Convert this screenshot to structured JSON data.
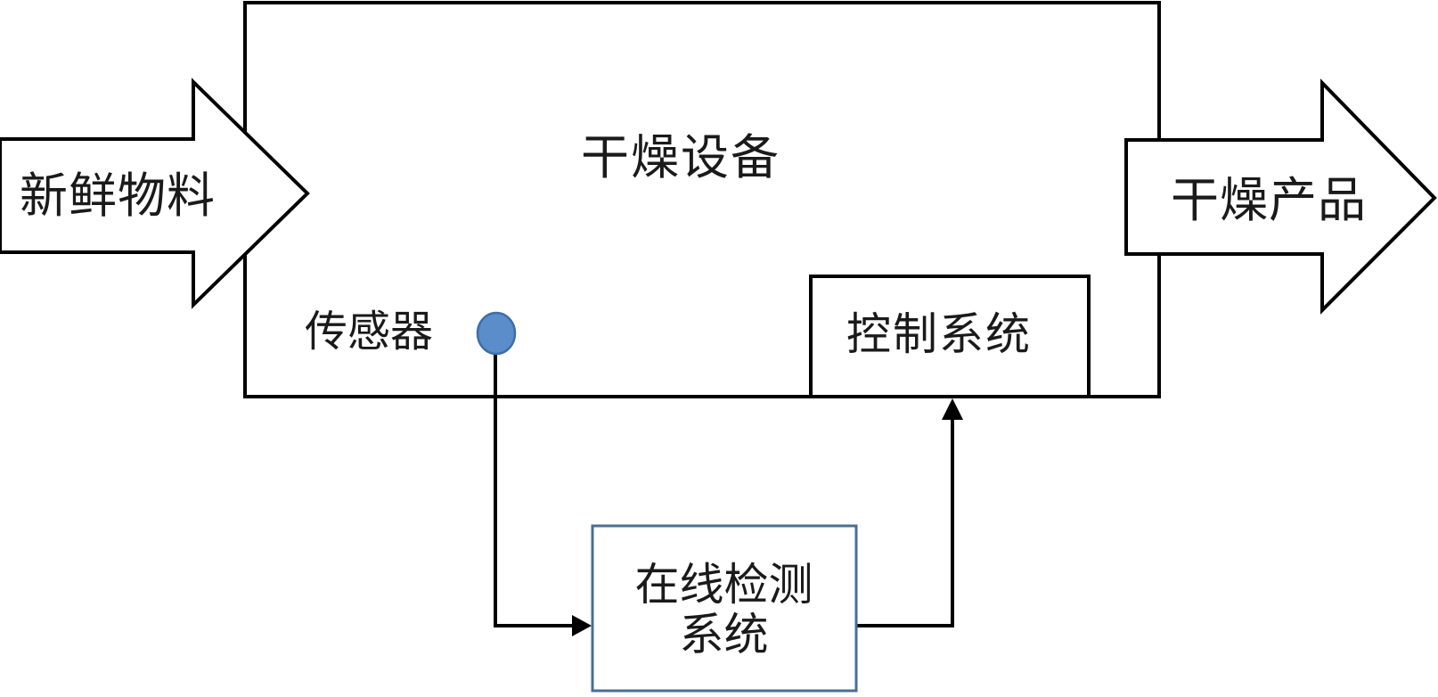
{
  "diagram": {
    "input_arrow": {
      "label": "新鲜物料"
    },
    "output_arrow": {
      "label": "干燥产品"
    },
    "equipment": {
      "label": "干燥设备"
    },
    "sensor": {
      "label": "传感器",
      "color": "#5b8dcb",
      "border_color": "#3f6da8"
    },
    "control_system": {
      "label": "控制系统"
    },
    "detection_system": {
      "label_line1": "在线检测",
      "label_line2": "系统",
      "border_color": "#4a6d94"
    },
    "connections": [
      {
        "from": "sensor",
        "to": "detection_system"
      },
      {
        "from": "detection_system",
        "to": "control_system"
      }
    ]
  }
}
